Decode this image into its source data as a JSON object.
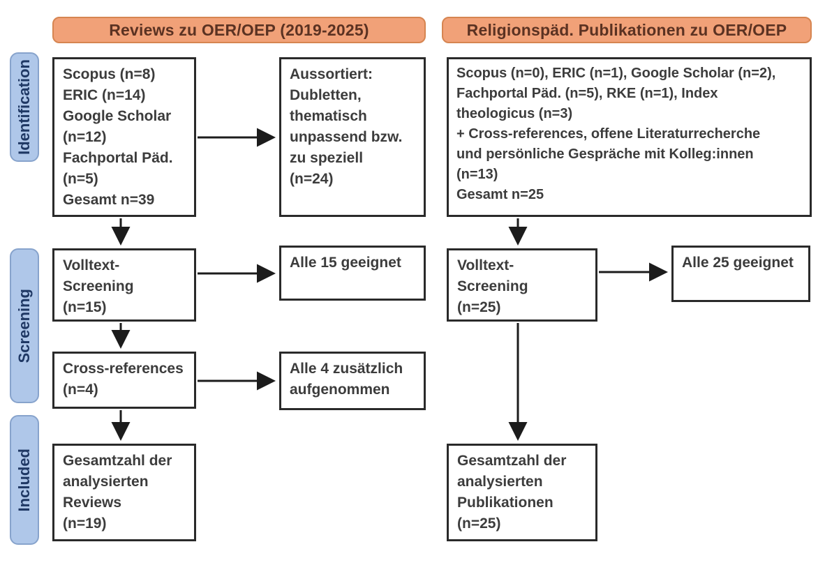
{
  "headers": {
    "left": "Reviews zu OER/OEP (2019-2025)",
    "right": "Religionspäd. Publikationen zu OER/OEP"
  },
  "stages": {
    "identification": "Identification",
    "screening": "Screening",
    "included": "Included"
  },
  "boxes": {
    "left_sources": "Scopus (n=8)\nERIC (n=14)\nGoogle Scholar\n(n=12)\nFachportal Päd.\n(n=5)\nGesamt n=39",
    "left_excluded": "Aussortiert:\nDubletten,\nthematisch\nunpassend bzw.\nzu speziell\n(n=24)",
    "left_fulltext": "Volltext-\nScreening\n(n=15)",
    "left_fulltext_result": "Alle 15 geeignet",
    "left_crossref": "Cross-references\n(n=4)",
    "left_crossref_result": "Alle 4 zusätzlich\naufgenommen",
    "left_included": "Gesamtzahl der\nanalysierten\nReviews\n(n=19)",
    "right_sources": "Scopus (n=0), ERIC (n=1), Google Scholar (n=2),\nFachportal Päd. (n=5), RKE (n=1), Index\ntheologicus (n=3)\n+ Cross-references, offene Literaturrecherche\nund persönliche Gespräche mit Kolleg:innen\n(n=13)\nGesamt n=25",
    "right_fulltext": "Volltext-\nScreening\n(n=25)",
    "right_fulltext_result": "Alle 25 geeignet",
    "right_included": "Gesamtzahl der\nanalysierten\nPublikationen\n(n=25)"
  },
  "colors": {
    "header_fill": "#F1A178",
    "header_border": "#D68551",
    "header_text": "#5B3222",
    "stage_fill": "#AFC7E9",
    "stage_border": "#87A3CC",
    "stage_text": "#1F3864",
    "box_border": "#2A2A2A",
    "box_text": "#3C3C3C",
    "arrow": "#1C1C1C"
  }
}
